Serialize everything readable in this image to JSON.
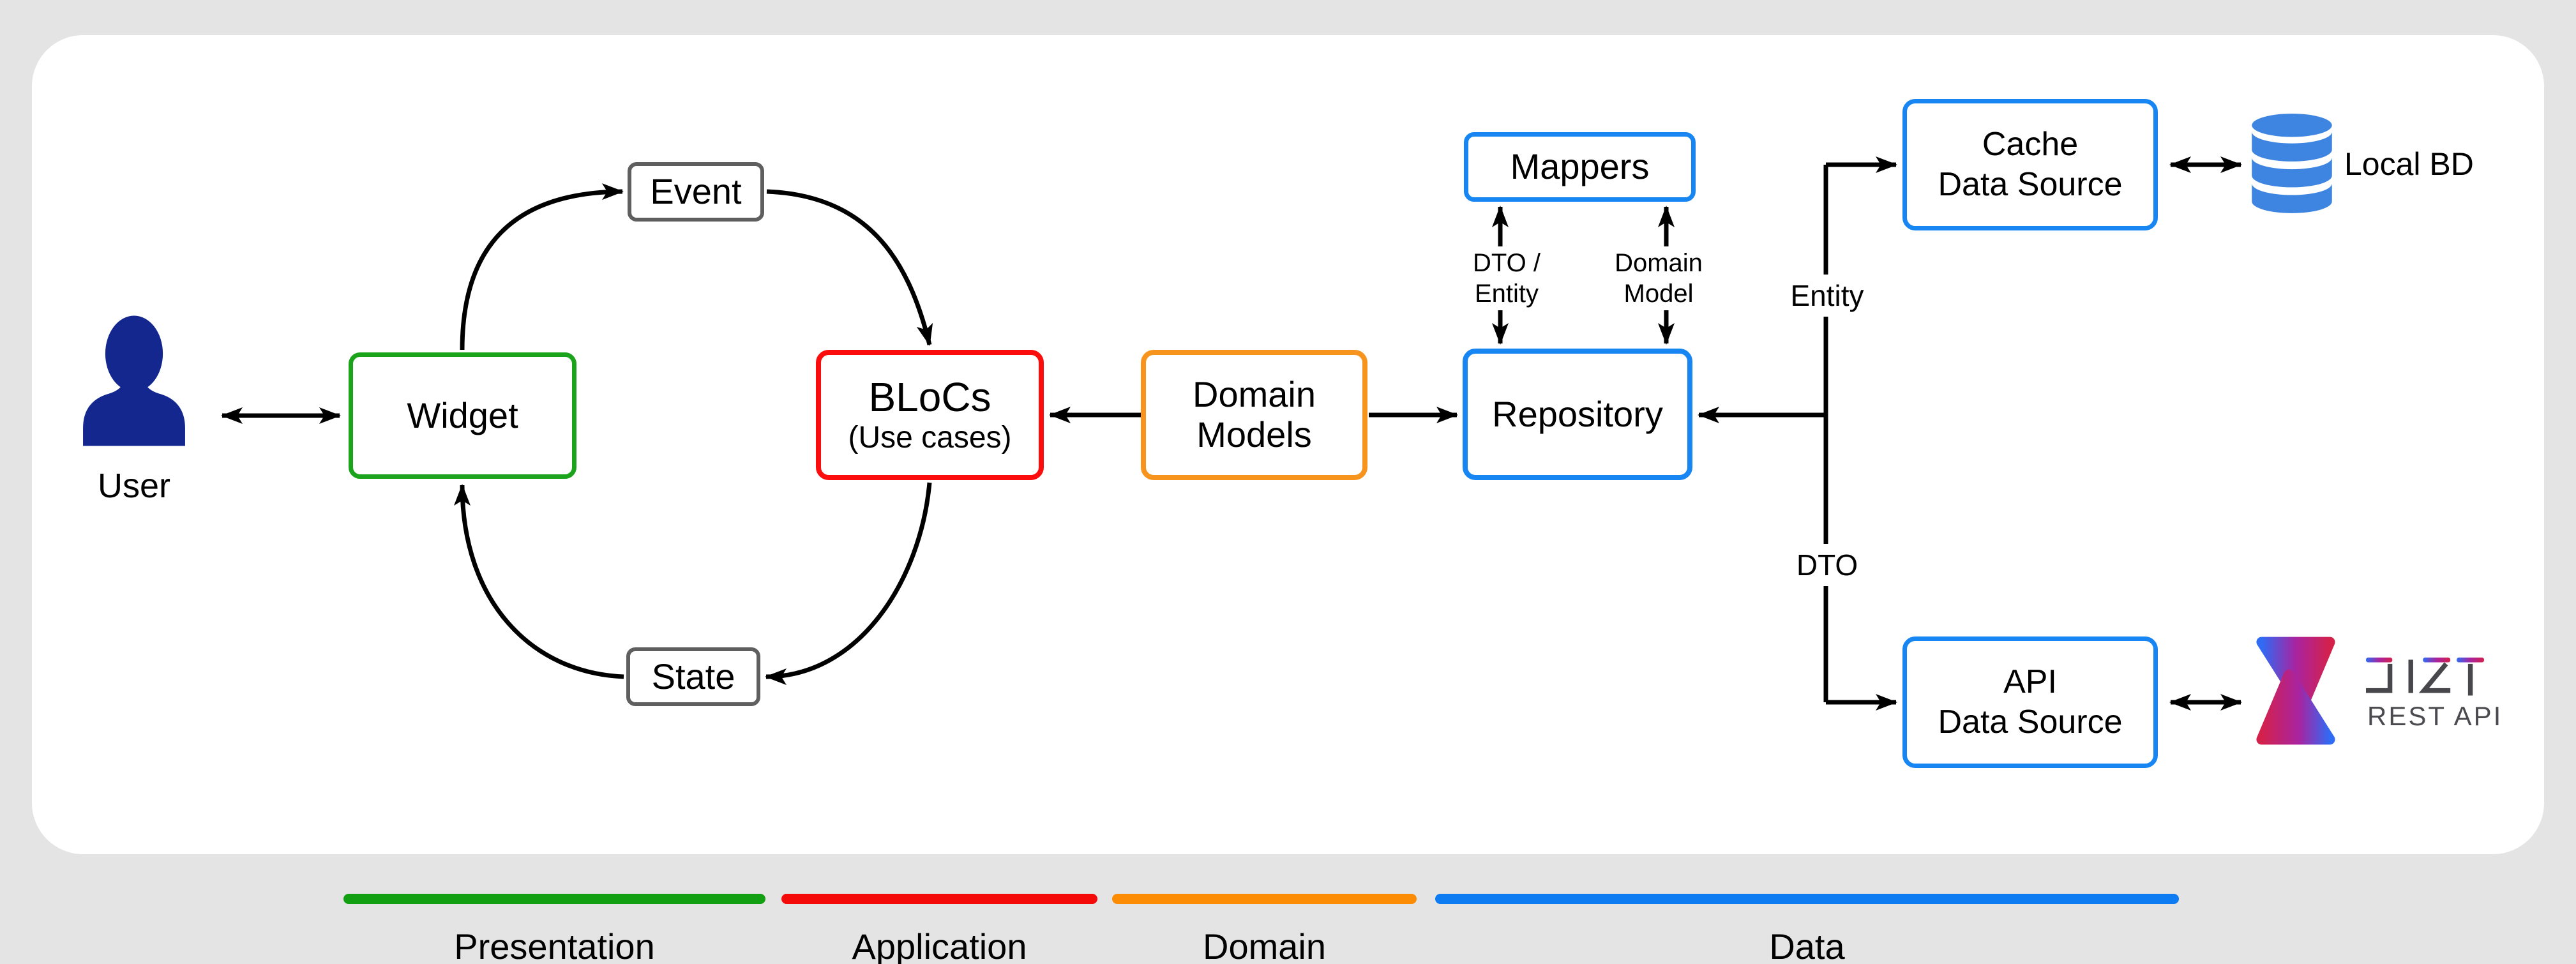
{
  "colors": {
    "background": "#e4e4e4",
    "panel": "#ffffff",
    "arrow": "#000000",
    "green": "#1ba41b",
    "red": "#fb0d0d",
    "orange": "#f7941e",
    "blue": "#1886f2",
    "gray_border": "#5f5f5f",
    "user_icon": "#14278f",
    "cylinder": "#3d85e0",
    "jizt_blue": "#2f6bf5",
    "jizt_magenta": "#a824a0",
    "jizt_crimson": "#d4214b",
    "jizt_text": "#48484c"
  },
  "nodes": {
    "user": {
      "label": "User"
    },
    "widget": {
      "label": "Widget"
    },
    "event": {
      "label": "Event"
    },
    "state": {
      "label": "State"
    },
    "blocs": {
      "label": "BLoCs",
      "sublabel": "(Use cases)"
    },
    "domain_models": {
      "line1": "Domain",
      "line2": "Models"
    },
    "repository": {
      "label": "Repository"
    },
    "mappers": {
      "label": "Mappers"
    },
    "cache_ds": {
      "line1": "Cache",
      "line2": "Data Source"
    },
    "api_ds": {
      "line1": "API",
      "line2": "Data Source"
    },
    "local_bd": {
      "label": "Local BD"
    },
    "jizt": {
      "wordmark": "JIZT",
      "subtitle": "REST API"
    }
  },
  "edge_labels": {
    "dto_entity_line1": "DTO /",
    "dto_entity_line2": "Entity",
    "domain_model_line1": "Domain",
    "domain_model_line2": "Model",
    "entity": "Entity",
    "dto": "DTO"
  },
  "legend": [
    {
      "label": "Presentation",
      "color": "#12a012"
    },
    {
      "label": "Application",
      "color": "#f50a0a"
    },
    {
      "label": "Domain",
      "color": "#fb8c04"
    },
    {
      "label": "Data",
      "color": "#0d7cf2"
    }
  ]
}
